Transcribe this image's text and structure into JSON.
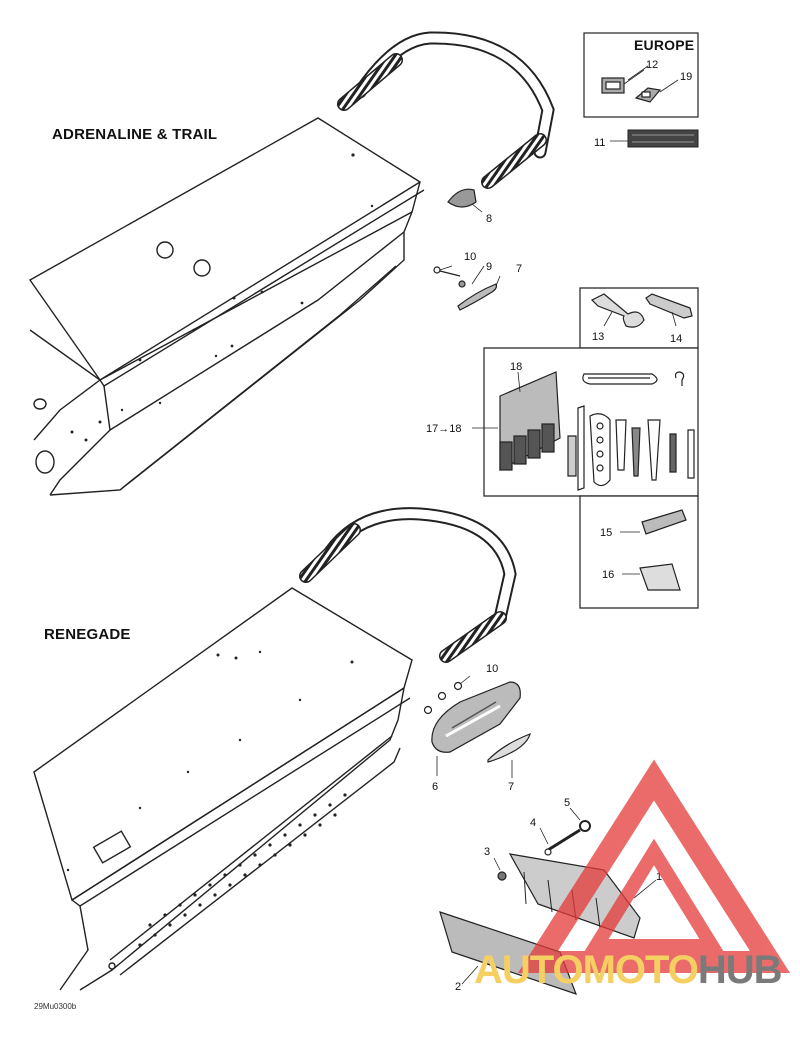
{
  "headings": {
    "top": "ADRENALINE & TRAIL",
    "bottom": "RENEGADE",
    "europe": "EUROPE"
  },
  "callouts": {
    "c1": "1",
    "c2": "2",
    "c3": "3",
    "c4": "4",
    "c5": "5",
    "c6": "6",
    "c7a": "7",
    "c7b": "7",
    "c8": "8",
    "c9": "9",
    "c10a": "10",
    "c10b": "10",
    "c11": "11",
    "c12": "12",
    "c13": "13",
    "c14": "14",
    "c15": "15",
    "c16": "16",
    "c17": "17→18",
    "c18": "18",
    "c19": "19"
  },
  "figure_id": "29Mu0300b",
  "watermark": {
    "part1": "AUTOMOTO",
    "part2": "HUB",
    "color_red": "#e53a3a",
    "color_yellow": "#f6cf63",
    "color_gray": "#7a7a7a"
  }
}
